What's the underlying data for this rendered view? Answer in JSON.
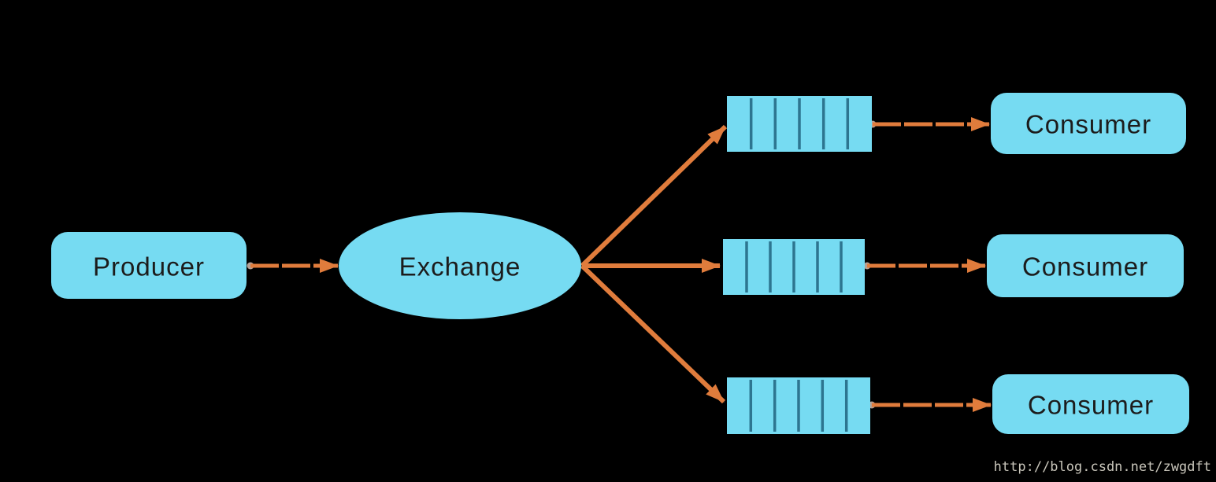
{
  "background_color": "#000000",
  "colors": {
    "node_fill": "#76DBF2",
    "queue_separator": "#2D7590",
    "arrow": "#E07C3C",
    "label_text": "#1C1C1C",
    "connector_dot": "#B5A095",
    "watermark_color": "#C8C5BA"
  },
  "diagram": {
    "nodes": {
      "producer": {
        "label": "Producer",
        "shape": "rounded-rectangle"
      },
      "exchange": {
        "label": "Exchange",
        "shape": "ellipse"
      },
      "queues": [
        {
          "name": "queue-1",
          "shape": "segmented-rectangle",
          "segments": 6
        },
        {
          "name": "queue-2",
          "shape": "segmented-rectangle",
          "segments": 6
        },
        {
          "name": "queue-3",
          "shape": "segmented-rectangle",
          "segments": 6
        }
      ],
      "consumers": [
        {
          "label": "Consumer"
        },
        {
          "label": "Consumer"
        },
        {
          "label": "Consumer"
        }
      ]
    },
    "edges": [
      {
        "from": "producer",
        "to": "exchange",
        "style": "dashed-arrow"
      },
      {
        "from": "exchange",
        "to": "queue-1",
        "style": "solid-arrow"
      },
      {
        "from": "exchange",
        "to": "queue-2",
        "style": "solid-arrow"
      },
      {
        "from": "exchange",
        "to": "queue-3",
        "style": "solid-arrow"
      },
      {
        "from": "queue-1",
        "to": "consumer-1",
        "style": "dashed-arrow"
      },
      {
        "from": "queue-2",
        "to": "consumer-2",
        "style": "dashed-arrow"
      },
      {
        "from": "queue-3",
        "to": "consumer-3",
        "style": "dashed-arrow"
      }
    ]
  },
  "watermark": {
    "text": "http://blog.csdn.net/zwgdft"
  }
}
